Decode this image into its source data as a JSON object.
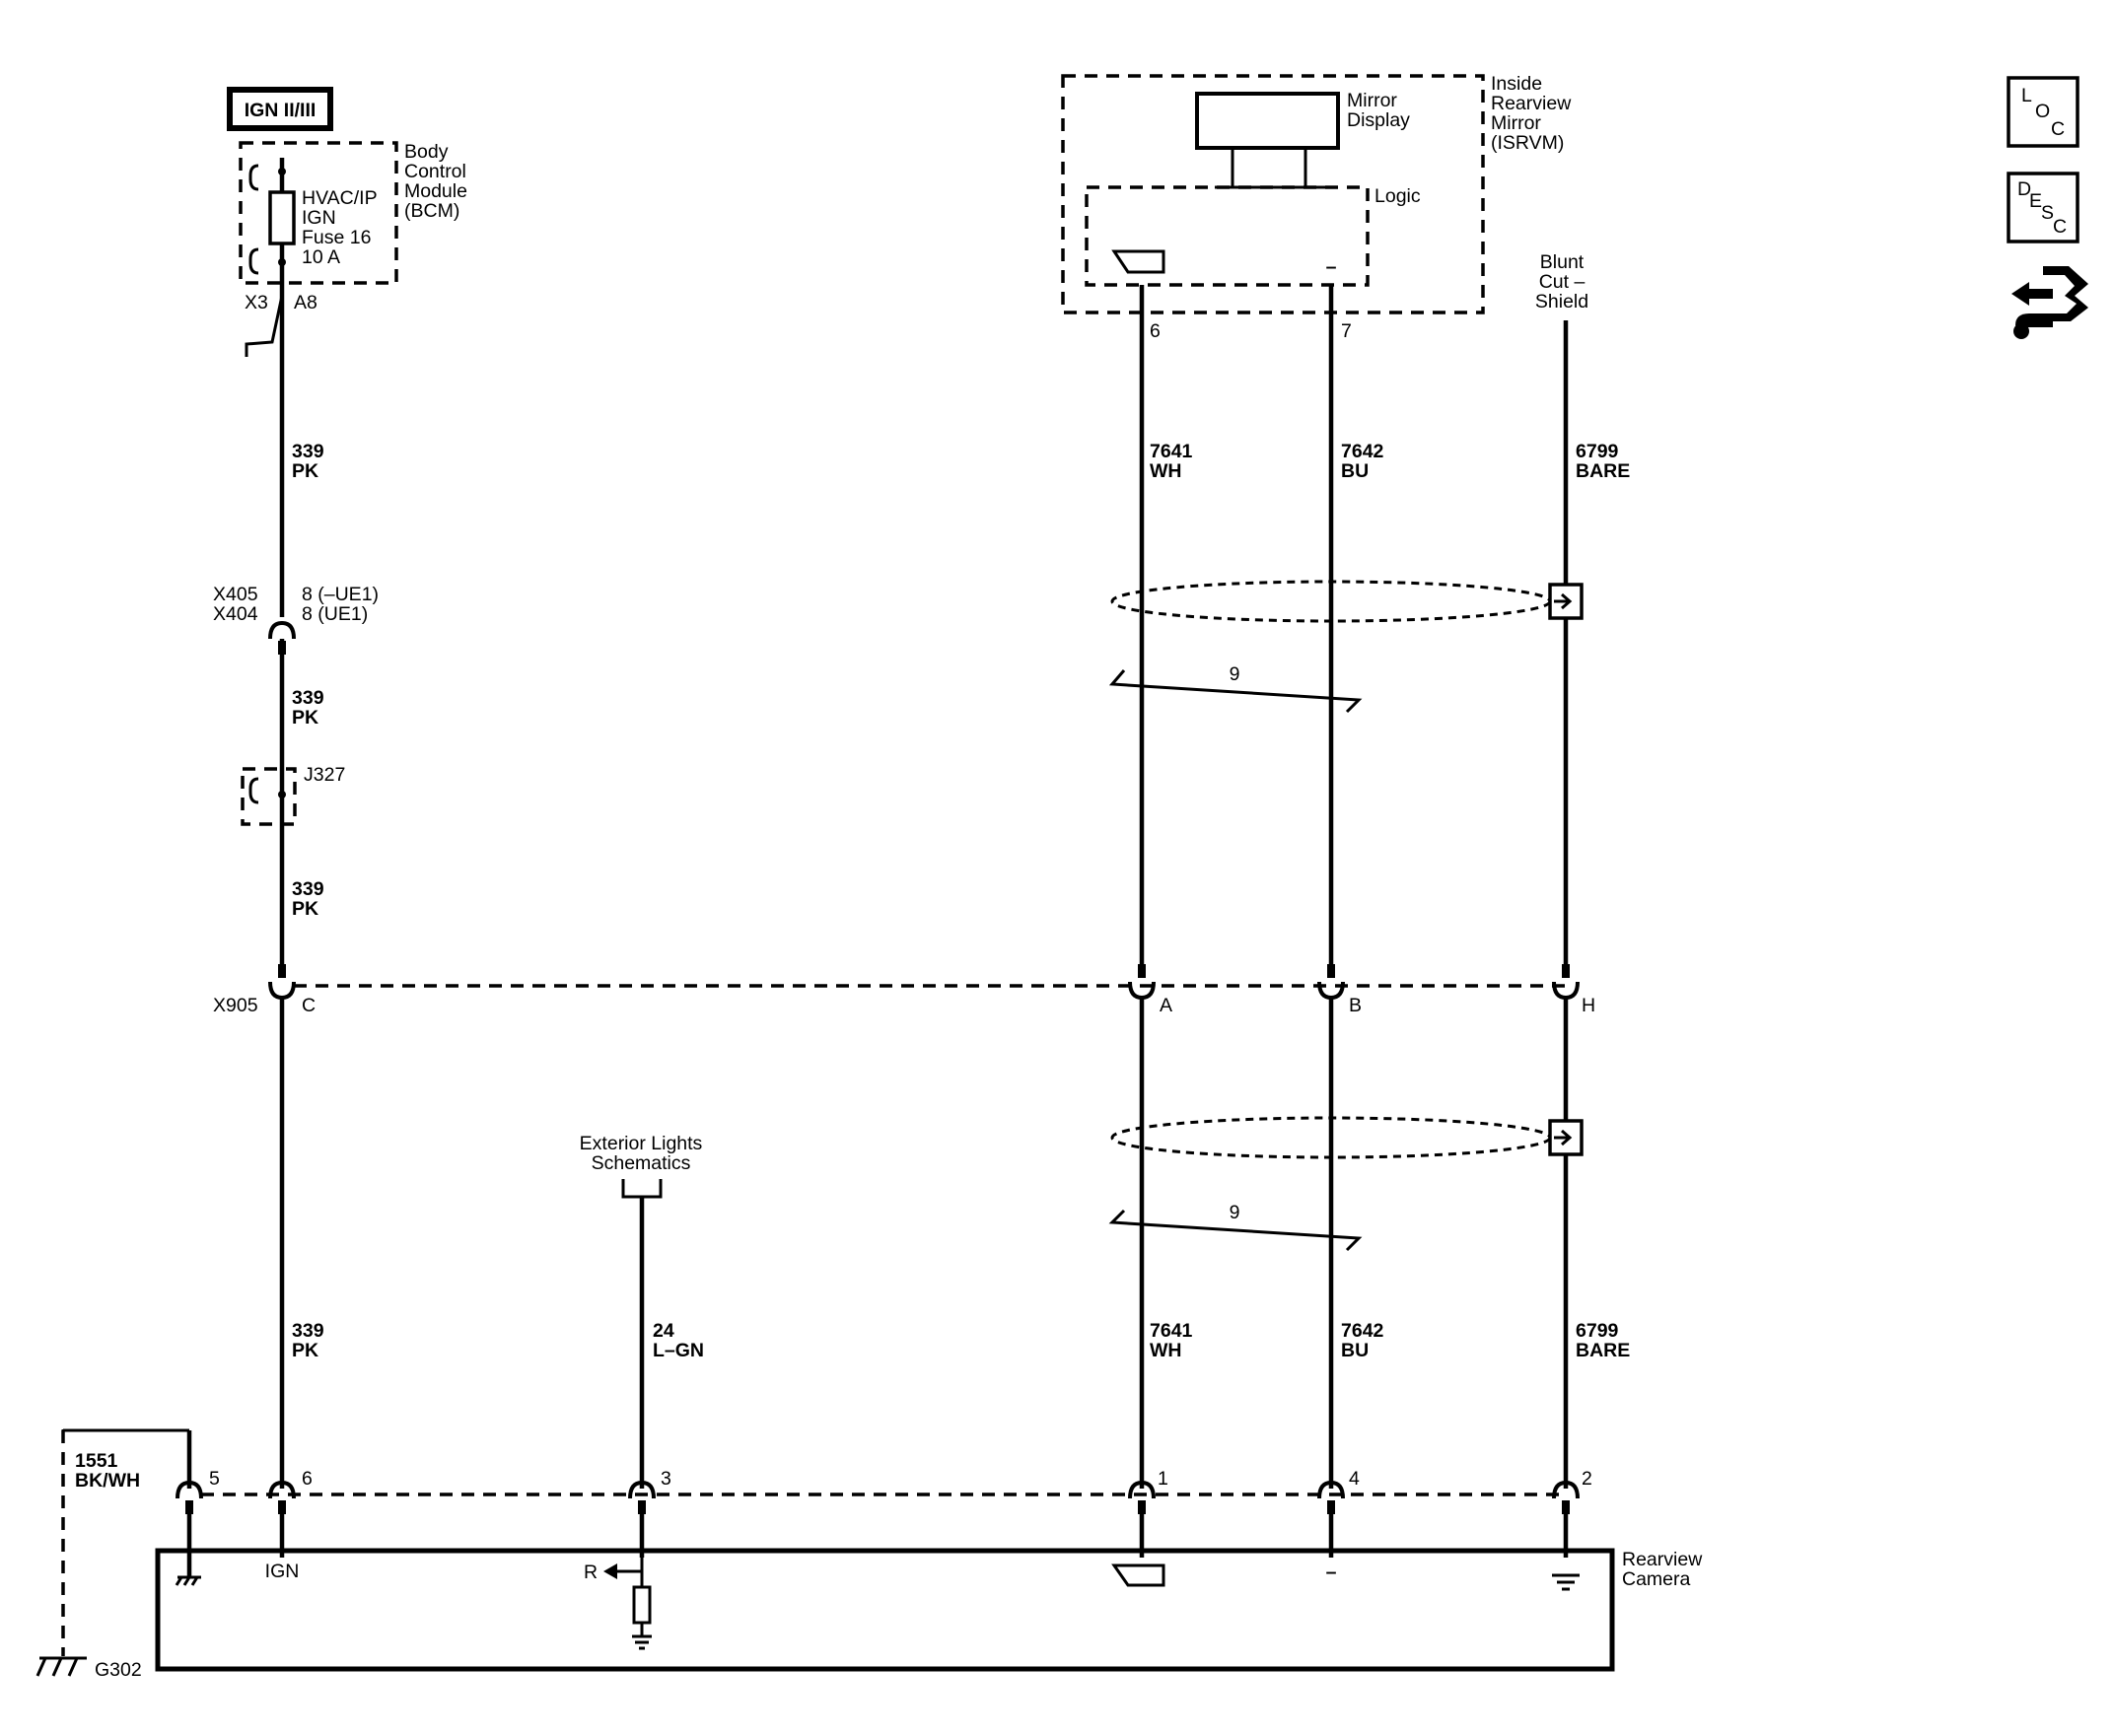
{
  "power": {
    "label": "IGN II/III"
  },
  "bcm": {
    "name_lines": [
      "Body",
      "Control",
      "Module",
      "(BCM)"
    ],
    "fuse_lines": [
      "HVAC/IP",
      "IGN",
      "Fuse 16",
      "10 A"
    ],
    "connector": "X3",
    "pin": "A8"
  },
  "ignition_circuit": {
    "segments": [
      {
        "circuit": "339",
        "color": "PK"
      },
      {
        "circuit": "339",
        "color": "PK"
      },
      {
        "circuit": "339",
        "color": "PK"
      },
      {
        "circuit": "339",
        "color": "PK"
      }
    ],
    "inline_connectors": {
      "x405": "X405",
      "x404": "X404",
      "x405_pin": "8 (–UE1)",
      "x404_pin": "8 (UE1)"
    },
    "splice": "J327"
  },
  "isrvm": {
    "name_lines": [
      "Inside",
      "Rearview",
      "Mirror",
      "(ISRVM)"
    ],
    "display_lines": [
      "Mirror",
      "Display"
    ],
    "logic": "Logic",
    "signal_pin": "6",
    "low_pin": "7",
    "low_symbol": "–"
  },
  "shield": {
    "lines": [
      "Blunt",
      "Cut –",
      "Shield"
    ]
  },
  "video_circuit": {
    "signal": {
      "circuit": "7641",
      "color": "WH"
    },
    "low": {
      "circuit": "7642",
      "color": "BU"
    },
    "drain": {
      "circuit": "6799",
      "color": "BARE"
    },
    "twist_count": "9"
  },
  "connector_x905": {
    "id": "X905",
    "pins": [
      "C",
      "A",
      "B",
      "H"
    ]
  },
  "exterior_lights": {
    "lines": [
      "Exterior Lights",
      "Schematics"
    ],
    "circuit": "24",
    "color": "L–GN"
  },
  "ground_circuit": {
    "circuit": "1551",
    "color": "BK/WH",
    "ground_id": "G302"
  },
  "camera": {
    "name_lines": [
      "Rearview",
      "Camera"
    ],
    "pins": [
      "5",
      "6",
      "3",
      "1",
      "4",
      "2"
    ],
    "ign_label": "IGN",
    "r_label": "R",
    "low_symbol": "–"
  },
  "nav_icons": {
    "loc": {
      "icon": "location-icon",
      "letters": [
        "L",
        "O",
        "C"
      ]
    },
    "desc": {
      "icon": "description-icon",
      "letters": [
        "D",
        "E",
        "S",
        "C"
      ]
    },
    "repair": {
      "icon": "repair-icon"
    }
  }
}
